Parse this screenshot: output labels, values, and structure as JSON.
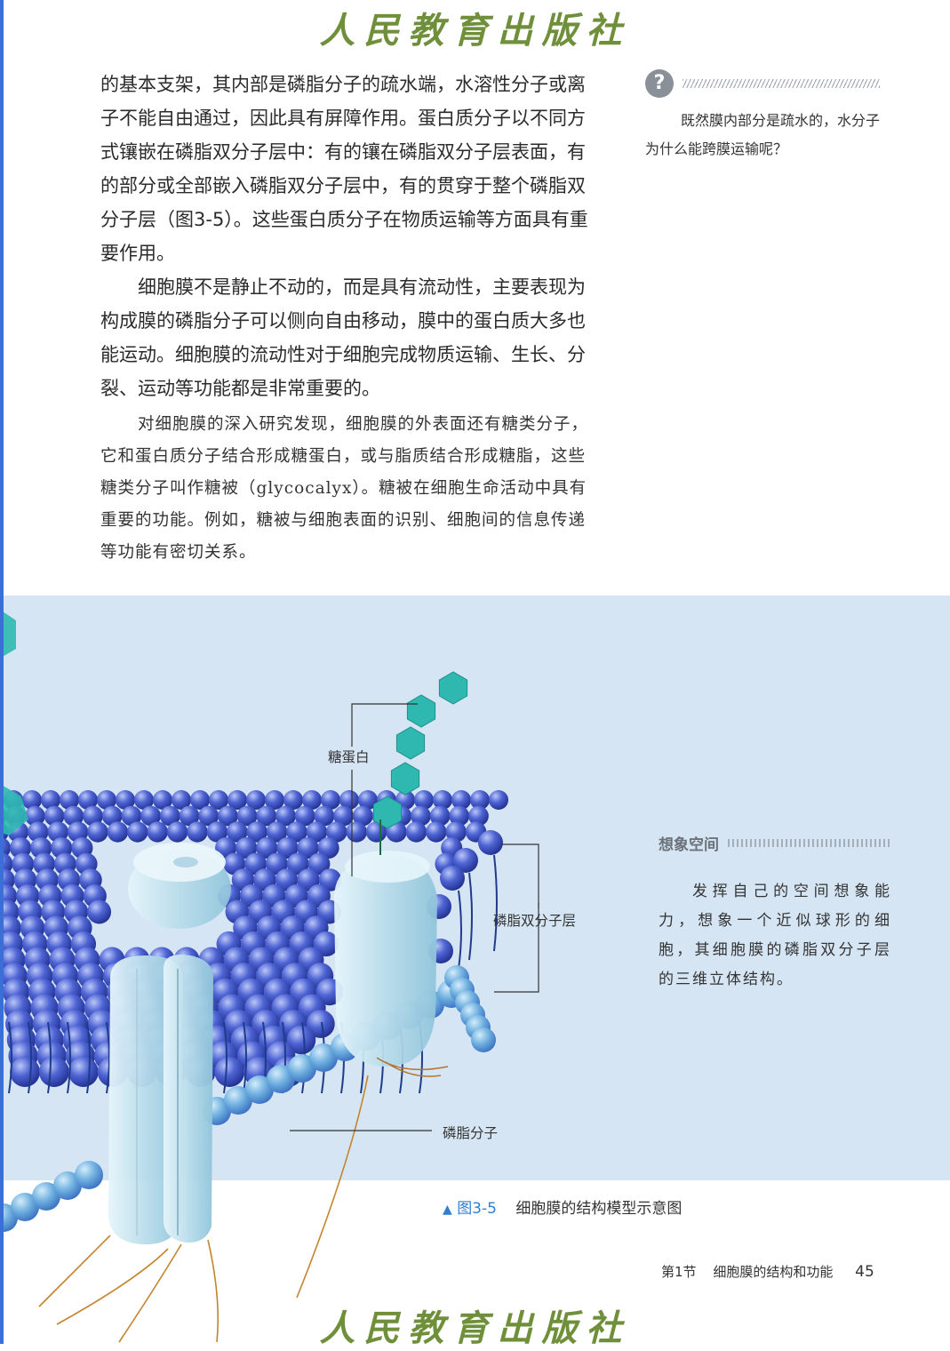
{
  "publisher": "人民教育出版社",
  "main_text": {
    "p1": "的基本支架，其内部是磷脂分子的疏水端，水溶性分子或离子不能自由通过，因此具有屏障作用。蛋白质分子以不同方式镶嵌在磷脂双分子层中：有的镶在磷脂双分子层表面，有的部分或全部嵌入磷脂双分子层中，有的贯穿于整个磷脂双分子层（图3-5）。这些蛋白质分子在物质运输等方面具有重要作用。",
    "p2": "细胞膜不是静止不动的，而是具有流动性，主要表现为构成膜的磷脂分子可以侧向自由移动，膜中的蛋白质大多也能运动。细胞膜的流动性对于细胞完成物质运输、生长、分裂、运动等功能都是非常重要的。",
    "p3": "对细胞膜的深入研究发现，细胞膜的外表面还有糖类分子，它和蛋白质分子结合形成糖蛋白，或与脂质结合形成糖脂，这些糖类分子叫作糖被（glycocalyx）。糖被在细胞生命活动中具有重要的功能。例如，糖被与细胞表面的识别、细胞间的信息传递等功能有密切关系。"
  },
  "sidebar_question": {
    "icon": "question-icon",
    "text": "既然膜内部分是疏水的，水分子为什么能跨膜运输呢？"
  },
  "figure": {
    "labels": {
      "glycoprotein": "糖蛋白",
      "bilayer": "磷脂双分子层",
      "phospholipid": "磷脂分子"
    },
    "caption_number": "图3-5",
    "caption_text": "细胞膜的结构模型示意图"
  },
  "imagine_box": {
    "title": "想象空间",
    "text": "发挥自己的空间想象能力，想象一个近似球形的细胞，其细胞膜的磷脂双分子层的三维立体结构。"
  },
  "footer": {
    "chapter": "第1节",
    "section_title": "细胞膜的结构和功能",
    "page_number": "45"
  },
  "colors": {
    "figure_bg": "#d5e5f4",
    "head_sphere": "#3f55c4",
    "sugar_hexagon": "#2fb8b0",
    "protein": "#c9e6f0",
    "accent_blue": "#2e7fd0"
  }
}
